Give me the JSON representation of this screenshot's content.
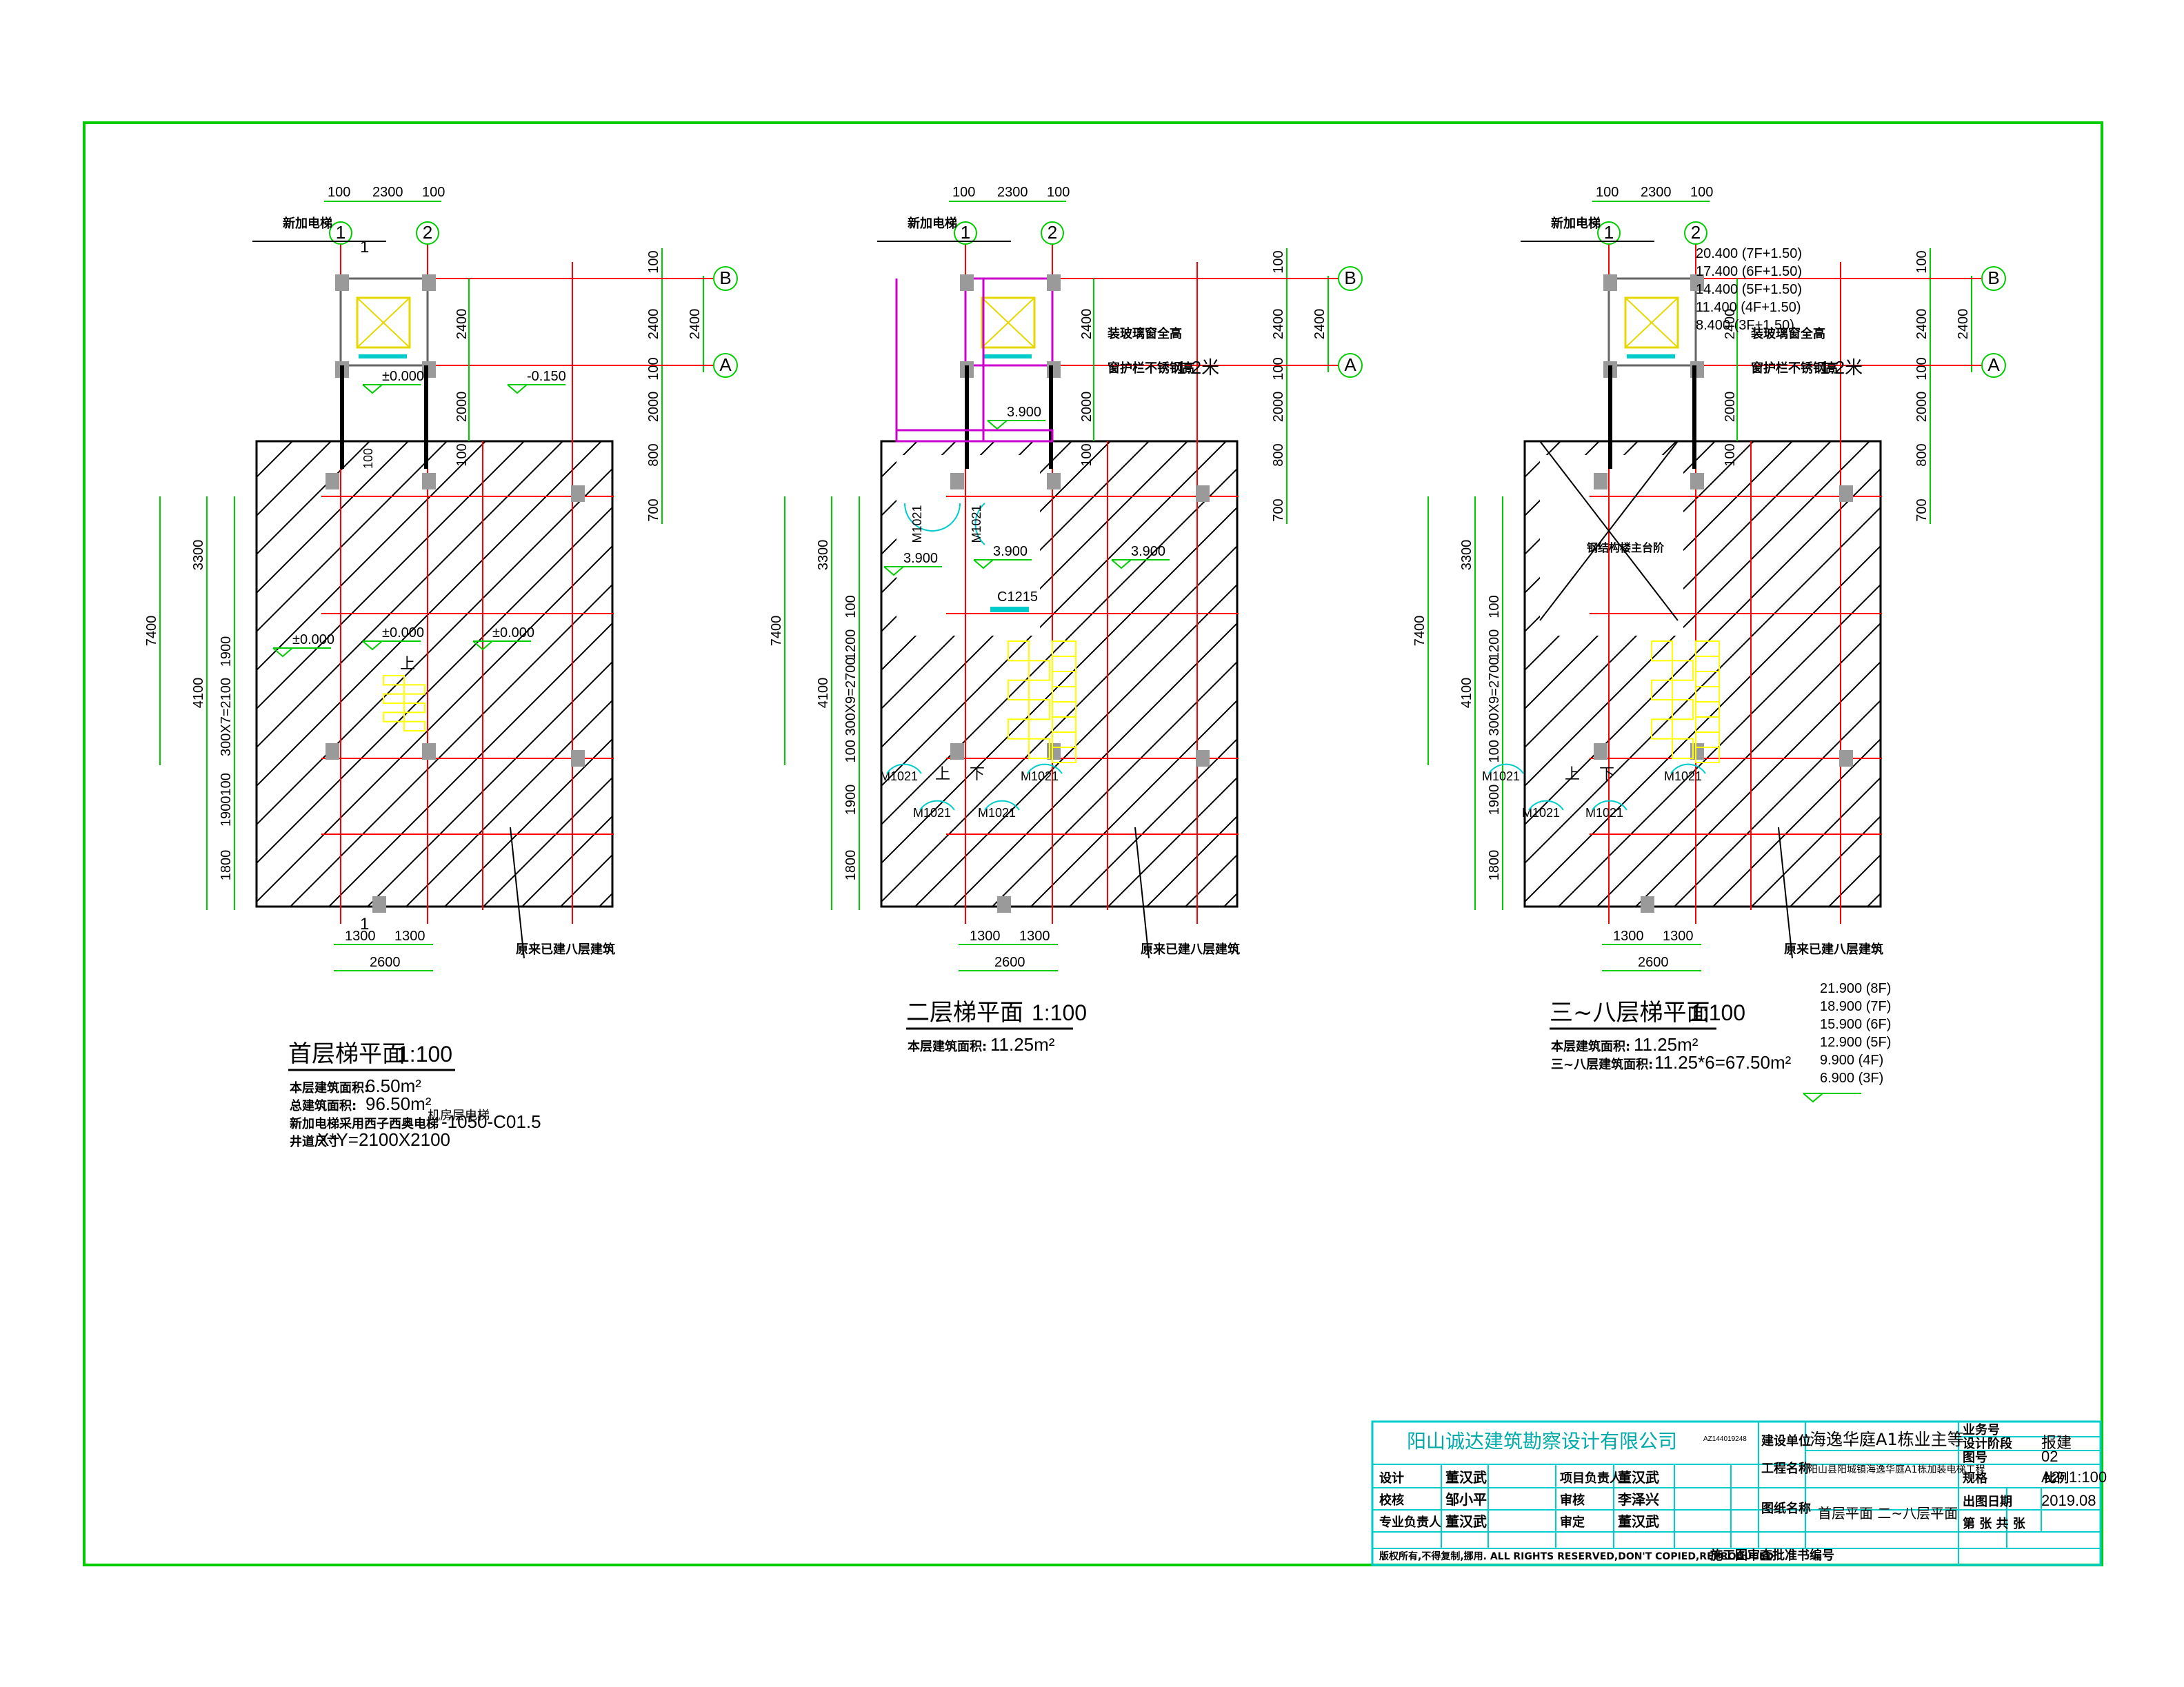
{
  "colors": {
    "frame": "#00cc00",
    "axis": "#ff0000",
    "dim": "#00cc00",
    "hatch": "#000000",
    "stair": "#ffff00",
    "door": "#00cccc",
    "glass": "#cc00cc",
    "titleblock": "#00cccc",
    "titleblock_text": "#000000",
    "company_text": "#00aaaa"
  },
  "plans": [
    {
      "title": "首层梯平面",
      "scale": "1:100",
      "dim_top": [
        "100",
        "2300",
        "100"
      ],
      "axes_num": [
        "1",
        "2"
      ],
      "axes_letter": [
        "B",
        "A"
      ],
      "dims_right": [
        "100",
        "2400",
        "100",
        "2000",
        "800",
        "700"
      ],
      "dims_right2": [
        "2400",
        "2000"
      ],
      "dims_left": [
        "3300",
        "4100",
        "1900",
        "300X7=2100",
        "1900100",
        "1800"
      ],
      "dim_total": "7400",
      "dim_bottom": [
        "1300",
        "1300"
      ],
      "dim_bottom_total": "2600",
      "section_marks": [
        "1",
        "1"
      ],
      "inner_dim": "100",
      "new_elevator": "新加电梯",
      "levels": [
        "±0.000",
        "-0.150",
        "±0.000",
        "±0.000",
        "±0.000"
      ],
      "stair_mark": "上",
      "existing": "原来已建八层建筑",
      "notes": [
        {
          "label": "本层建筑面积:",
          "value": "6.50m²"
        },
        {
          "label": "总建筑面积:",
          "value": "96.50m²"
        },
        {
          "label": "新加电梯采用西子西奥电梯",
          "value": "-1050-C01.5"
        },
        {
          "label": "井道尺寸",
          "value": "X*Y=2100X2100"
        }
      ],
      "overlap_note": "机房层电梯"
    },
    {
      "title": "二层梯平面",
      "scale": "1:100",
      "dim_top": [
        "100",
        "2300",
        "100"
      ],
      "axes_num": [
        "1",
        "2"
      ],
      "axes_letter": [
        "B",
        "A"
      ],
      "dims_right": [
        "100",
        "2400",
        "100",
        "2000",
        "800",
        "700"
      ],
      "dims_right2": [
        "2400",
        "2000"
      ],
      "dims_left": [
        "3300",
        "4100",
        "100",
        "1200",
        "100 300X9=2700",
        "1900",
        "1800"
      ],
      "dim_total": "7400",
      "dim_bottom": [
        "1300",
        "1300"
      ],
      "dim_bottom_total": "2600",
      "inner_dim": "100",
      "new_elevator": "新加电梯",
      "glass_note": "装玻璃窗全高",
      "rail_note": "窗护栏不锈钢高",
      "rail_height": "1.2米",
      "levels": [
        "3.900",
        "3.900",
        "3.900",
        "3.900"
      ],
      "doors": [
        "M1021",
        "M1021",
        "M1021",
        "M1021",
        "M1021",
        "M1021"
      ],
      "window": "C1215",
      "stair_marks": [
        "上",
        "下"
      ],
      "existing": "原来已建八层建筑",
      "notes": [
        {
          "label": "本层建筑面积:",
          "value": "11.25m²"
        }
      ]
    },
    {
      "title": "三~八层梯平面",
      "scale": "1:100",
      "dim_top": [
        "100",
        "2300",
        "100"
      ],
      "axes_num": [
        "1",
        "2"
      ],
      "axes_letter": [
        "B",
        "A"
      ],
      "dims_right": [
        "100",
        "2400",
        "100",
        "2000",
        "800",
        "700"
      ],
      "dims_right2": [
        "2400",
        "2000"
      ],
      "dims_left": [
        "3300",
        "4100",
        "100",
        "1200",
        "100 300X9=2700",
        "1900",
        "1800"
      ],
      "dim_total": "7400",
      "dim_bottom": [
        "1300",
        "1300"
      ],
      "dim_bottom_total": "2600",
      "inner_dim": "100",
      "new_elevator": "新加电梯",
      "glass_note": "装玻璃窗全高",
      "rail_note": "窗护栏不锈钢高",
      "rail_height": "1.2米",
      "steel_note": "钢结构楼主台阶",
      "level_list_top": [
        "20.400 (7F+1.50)",
        "17.400 (6F+1.50)",
        "14.400 (5F+1.50)",
        "11.400 (4F+1.50)",
        "8.400 (3F+1.50)"
      ],
      "level_list_bottom": [
        "21.900 (8F)",
        "18.900 (7F)",
        "15.900 (6F)",
        "12.900 (5F)",
        "9.900 (4F)",
        "6.900 (3F)"
      ],
      "doors": [
        "M1021",
        "M1021",
        "M1021",
        "M1021"
      ],
      "stair_marks": [
        "上",
        "下"
      ],
      "existing": "原来已建八层建筑",
      "notes": [
        {
          "label": "本层建筑面积:",
          "value": "11.25m²"
        },
        {
          "label": "三~八层建筑面积:",
          "value": "11.25*6=67.50m²"
        }
      ]
    }
  ],
  "titleblock": {
    "company": "阳山诚达建筑勘察设计有限公司",
    "cert": "AZ144019248",
    "client_label": "建设单位",
    "client": "海逸华庭A1栋业主等",
    "project_label": "工程名称",
    "project": "阳山县阳城镇海逸华庭A1栋加装电梯工程",
    "drawing_label": "图纸名称",
    "drawing": "首层平面  二~八层平面",
    "rows": [
      {
        "role": "设计",
        "name": "董汉武",
        "role2": "项目负责人",
        "name2": "董汉武"
      },
      {
        "role": "校核",
        "name": "邹小平",
        "role2": "审核",
        "name2": "李泽兴"
      },
      {
        "role": "专业负责人",
        "name": "董汉武",
        "role2": "审定",
        "name2": "董汉武"
      }
    ],
    "right": [
      {
        "label": "业务号",
        "value": ""
      },
      {
        "label": "设计阶段",
        "value": "报建"
      },
      {
        "label": "图号",
        "value": "02"
      },
      {
        "label": "规格",
        "value": "A2",
        "label2": "比例",
        "value2": "1:100"
      },
      {
        "label": "出图日期",
        "value": "2019.08"
      },
      {
        "label": "第 张 共 张",
        "value": ""
      }
    ],
    "copyright": "版权所有,不得复制,挪用. ALL RIGHTS RESERVED,DON'T COPIED,REPRODUCED",
    "approval": "施工图审查批准书编号"
  }
}
